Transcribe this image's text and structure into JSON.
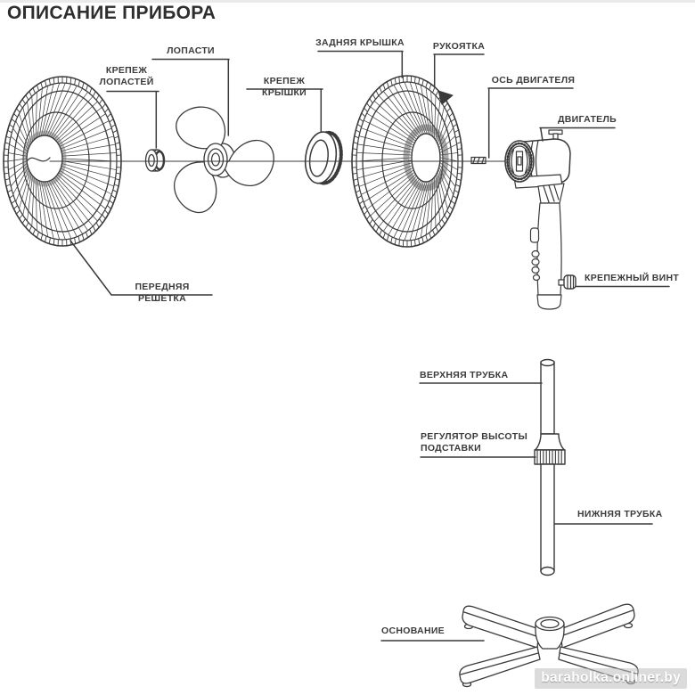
{
  "title": "ОПИСАНИЕ ПРИБОРА",
  "watermark": "baraholka.onliner.by",
  "parts": {
    "front_grille": "ПЕРЕДНЯЯ РЕШЕТКА",
    "blade_fastener": "КРЕПЕЖ\nЛОПАСТЕЙ",
    "blades": "ЛОПАСТИ",
    "cover_fastener": "КРЕПЕЖ КРЫШКИ",
    "rear_cover": "ЗАДНЯЯ КРЫШКА",
    "handle": "РУКОЯТКА",
    "motor_axis": "ОСЬ ДВИГАТЕЛЯ",
    "motor": "ДВИГАТЕЛЬ",
    "fastening_screw": "КРЕПЕЖНЫЙ ВИНТ",
    "upper_tube": "ВЕРХНЯЯ ТРУБКА",
    "height_regulator": "РЕГУЛЯТОР ВЫСОТЫ\nПОДСТАВКИ",
    "lower_tube": "НИЖНЯЯ ТРУБКА",
    "base": "ОСНОВАНИЕ"
  },
  "colors": {
    "ink": "#3a3a3a",
    "label_text": "#3b3b3b",
    "watermark_text": "#ffffff"
  }
}
